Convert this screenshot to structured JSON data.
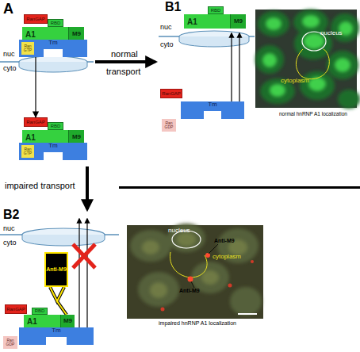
{
  "diagram": {
    "nodes": [
      {
        "text": [
          "RanGAP"
        ]
      },
      {
        "text": [
          "RBD"
        ]
      },
      {
        "text": [
          "A1"
        ]
      },
      {
        "text": [
          "M9"
        ]
      },
      {
        "text": [
          "Tm"
        ]
      },
      {
        "text": [
          "Ran GTP"
        ],
        "in": 4
      },
      {
        "text": [
          "RanGAP"
        ]
      },
      {
        "text": [
          "RBD"
        ]
      },
      {
        "text": [
          "A1"
        ]
      },
      {
        "text": [
          "M9"
        ]
      },
      {
        "text": [
          "Tm"
        ]
      },
      {
        "text": [
          "Ran GTP"
        ],
        "in": 10
      },
      {
        "text": [
          "RBD"
        ]
      },
      {
        "text": [
          "A1"
        ]
      },
      {
        "text": [
          "M9"
        ]
      },
      {
        "text": [
          "RanGAP"
        ]
      },
      {
        "text": [
          "Ran GDP"
        ]
      },
      {
        "text": [
          "Tm"
        ]
      },
      {
        "text": [
          "Anti-M9"
        ]
      },
      {
        "text": [
          "RanGAP"
        ]
      },
      {
        "text": [
          "RBD"
        ]
      },
      {
        "text": [
          "A1"
        ]
      },
      {
        "text": [
          "M9"
        ]
      },
      {
        "text": [
          "Tm"
        ]
      },
      {
        "text": [
          "Ran GDP"
        ]
      }
    ],
    "edges": [
      {
        "from": 4,
        "to": 6,
        "arrow": "to"
      }
    ],
    "labels": [
      "A",
      "nuc",
      "cyto",
      "normal",
      "transport",
      "B1",
      "nuc",
      "cyto",
      "nucleus",
      "cytoplasm",
      "normal hnRNP A1 localization",
      "impaired transport",
      "B2",
      "nuc",
      "cyto",
      "nucleus",
      "Anti-M9",
      "cytoplasm",
      "Anti-M9",
      "impaired hnRNP A1 localization"
    ]
  }
}
